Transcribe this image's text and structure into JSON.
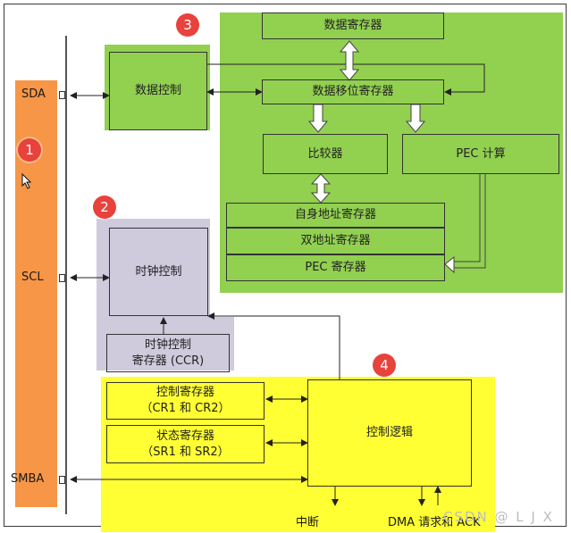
{
  "pins": {
    "sda": "SDA",
    "scl": "SCL",
    "smba": "SMBA"
  },
  "badges": {
    "b1": "1",
    "b2": "2",
    "b3": "3",
    "b4": "4"
  },
  "blocks": {
    "data_control": "数据控制",
    "data_register": "数据寄存器",
    "data_shift_register": "数据移位寄存器",
    "comparator": "比较器",
    "pec_calc": "PEC 计算",
    "own_address_register": "自身地址寄存器",
    "dual_address_register": "双地址寄存器",
    "pec_register": "PEC 寄存器",
    "clock_control": "时钟控制",
    "clock_control_register": "时钟控制\n寄存器 (CCR)",
    "control_register": "控制寄存器\n（CR1 和 CR2）",
    "status_register": "状态寄存器\n（SR1 和 SR2）",
    "control_logic": "控制逻辑"
  },
  "outputs": {
    "interrupt": "中断",
    "dma": "DMA 请求和 ACK"
  },
  "watermark": "CSDN @ L  J  X",
  "colors": {
    "green": "#92d050",
    "purple": "#cfcadc",
    "yellow": "#ffff33",
    "orange": "#f79646",
    "badge_red": "#e8423c"
  }
}
